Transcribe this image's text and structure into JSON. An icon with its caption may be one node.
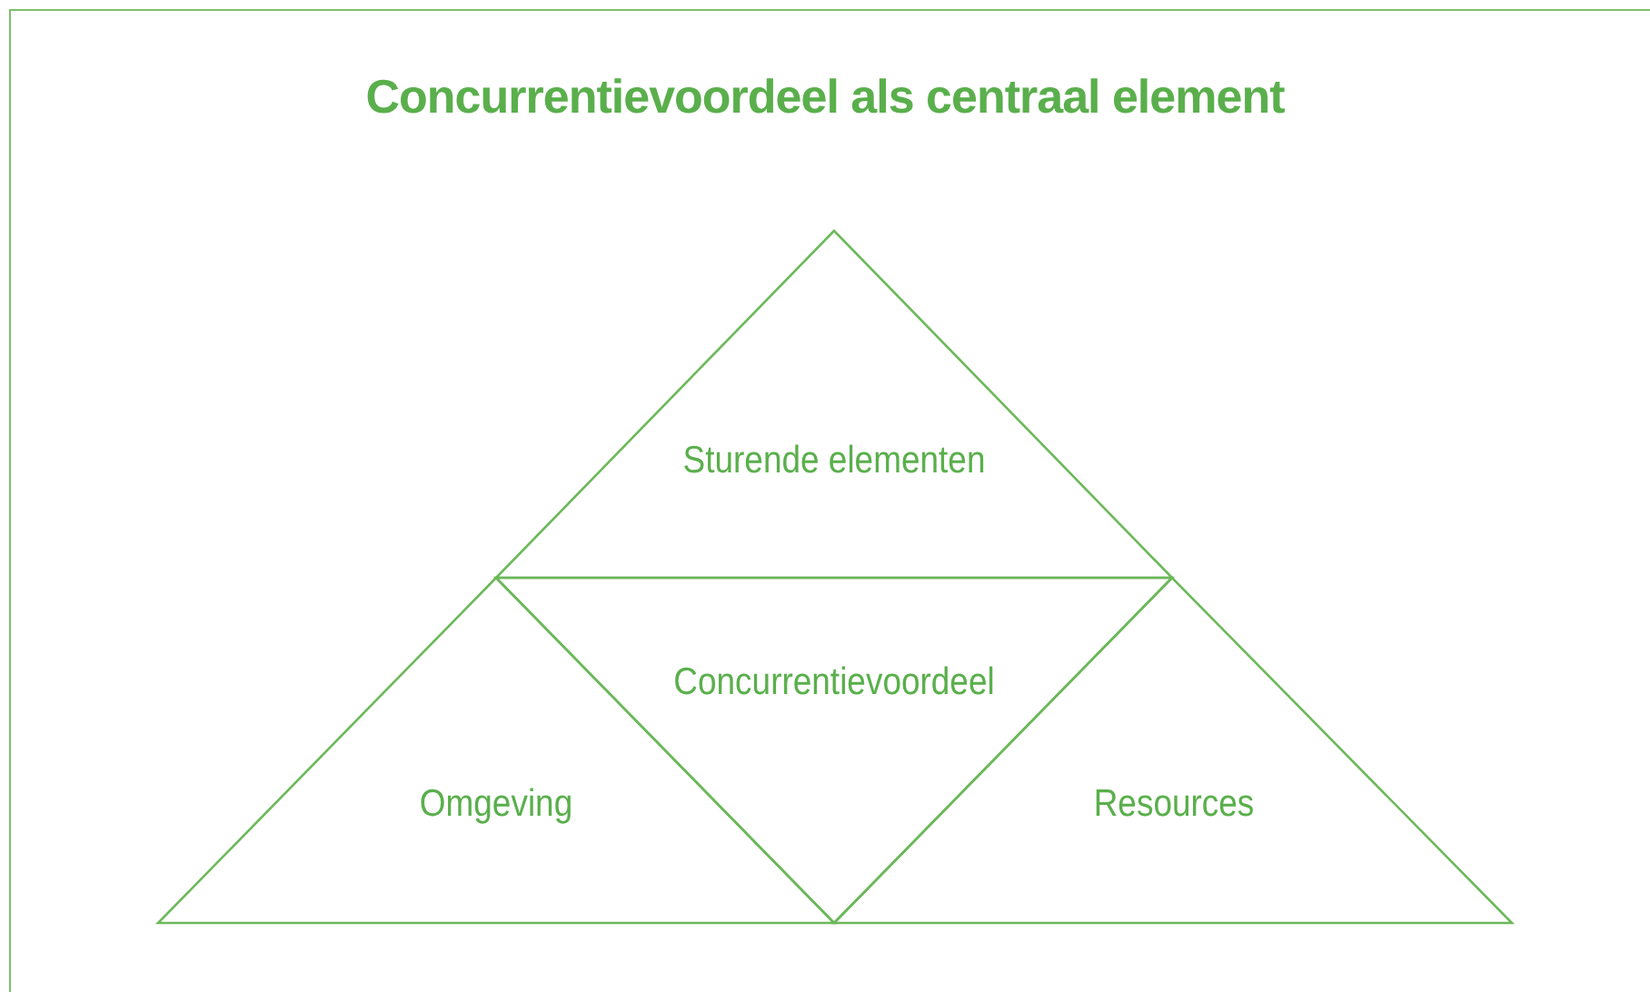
{
  "diagram": {
    "title": "Concurrentievoordeel als centraal element",
    "nodes": [
      {
        "text": [
          "Sturende elementen"
        ]
      },
      {
        "text": [
          "Concurrentievoordeel"
        ]
      },
      {
        "text": [
          "Omgeving"
        ]
      },
      {
        "text": [
          "Resources"
        ]
      }
    ]
  }
}
